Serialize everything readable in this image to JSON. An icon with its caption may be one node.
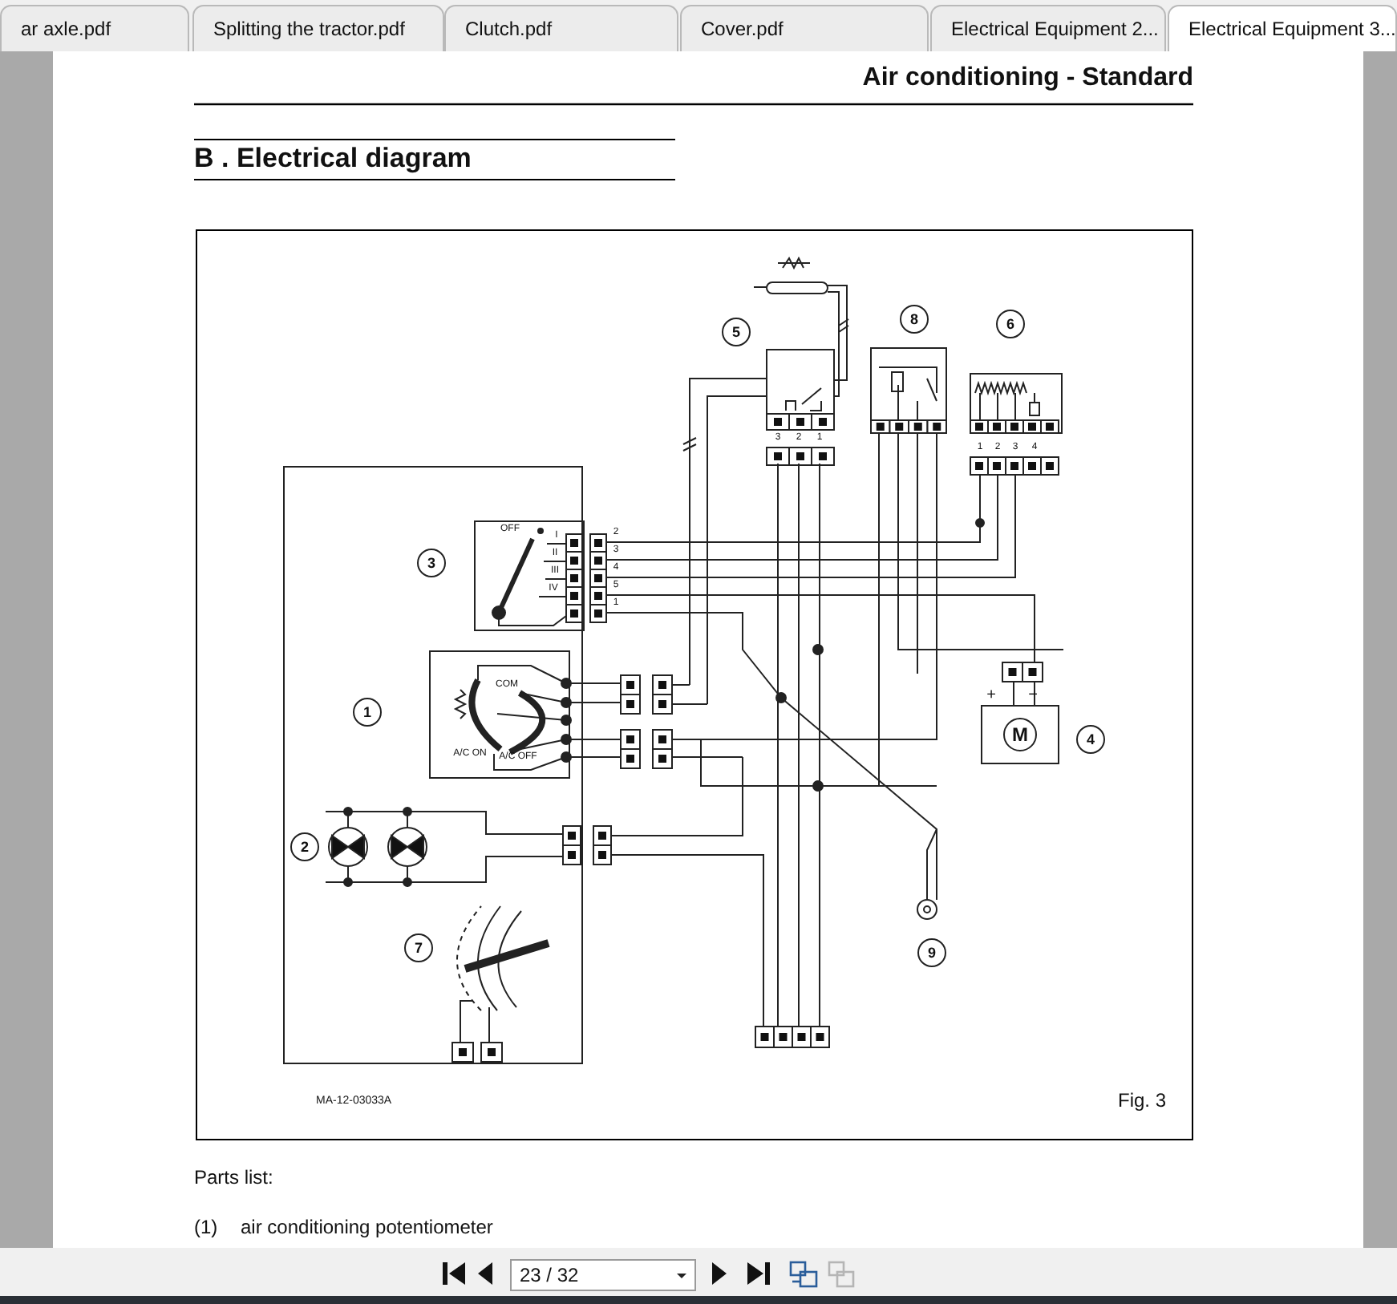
{
  "diagram": {
    "title": "B . Electrical diagram",
    "labels": [
      "ar axle.pdf",
      "Splitting the tractor.pdf",
      "Clutch.pdf",
      "Cover.pdf",
      "Electrical Equipment 2...",
      "Electrical Equipment 3...",
      "Air conditioning - Standard",
      "5",
      "8",
      "6",
      "3",
      "3",
      "2",
      "1",
      "1",
      "2",
      "3",
      "4",
      "OFF",
      "I",
      "2",
      "II",
      "3",
      "III",
      "4",
      "IV",
      "5",
      "1",
      "1",
      "COM",
      "4",
      "+",
      "−",
      "M",
      "A/C ON",
      "A/C OFF",
      "2",
      "7",
      "9",
      "MA-12-03033A",
      "Fig. 3",
      "Parts list:",
      "(1)",
      "air conditioning potentiometer",
      "23 / 32"
    ]
  }
}
